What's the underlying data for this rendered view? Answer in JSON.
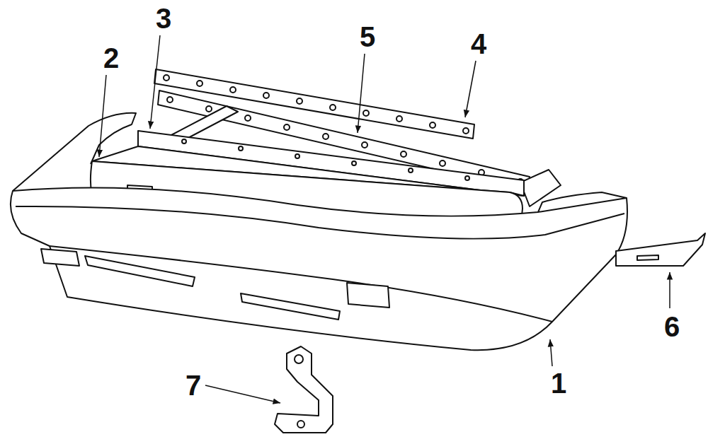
{
  "diagram": {
    "labels": [
      "2",
      "3",
      "5",
      "4",
      "6",
      "1",
      "7"
    ]
  }
}
